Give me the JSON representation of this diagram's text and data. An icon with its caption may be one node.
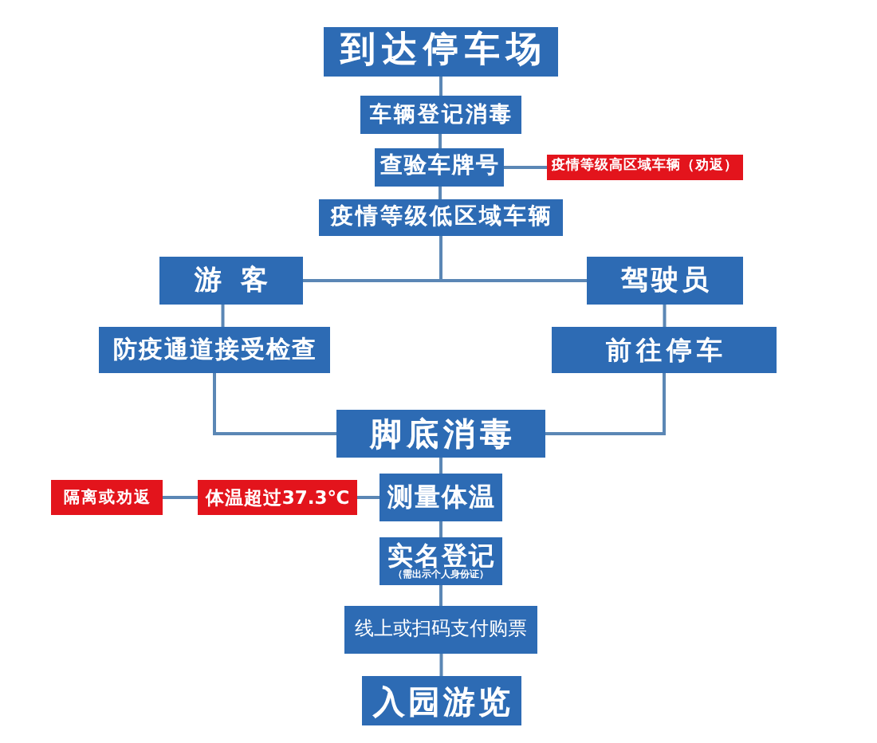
{
  "diagram": {
    "nodes": [
      {
        "text": [
          "到达停车场"
        ]
      },
      {
        "text": [
          "车辆登记消毒"
        ]
      },
      {
        "text": [
          "查验车牌号"
        ]
      },
      {
        "text": [
          "疫情等级高区域车辆（劝返）"
        ]
      },
      {
        "text": [
          "疫情等级低区域车辆"
        ]
      },
      {
        "text": [
          "游客"
        ]
      },
      {
        "text": [
          "驾驶员"
        ]
      },
      {
        "text": [
          "防疫通道接受检查"
        ]
      },
      {
        "text": [
          "前往停车"
        ]
      },
      {
        "text": [
          "脚底消毒"
        ]
      },
      {
        "text": [
          "隔离或劝返"
        ]
      },
      {
        "text": [
          "体温超过37.3℃"
        ]
      },
      {
        "text": [
          "测量体温"
        ]
      },
      {
        "text": [
          "实名登记",
          "（需出示个人身份证）"
        ]
      },
      {
        "text": [
          "线上或扫码支付购票"
        ]
      },
      {
        "text": [
          "入园游览"
        ]
      }
    ],
    "edges": [
      {
        "from": 0,
        "to": 1,
        "arrow": "none"
      },
      {
        "from": 1,
        "to": 2,
        "arrow": "none"
      },
      {
        "from": 2,
        "to": 3,
        "arrow": "none"
      },
      {
        "from": 2,
        "to": 4,
        "arrow": "none"
      },
      {
        "from": 4,
        "to": 5,
        "arrow": "none"
      },
      {
        "from": 4,
        "to": 6,
        "arrow": "none"
      },
      {
        "from": 5,
        "to": 7,
        "arrow": "none"
      },
      {
        "from": 6,
        "to": 8,
        "arrow": "none"
      },
      {
        "from": 7,
        "to": 9,
        "arrow": "none"
      },
      {
        "from": 8,
        "to": 9,
        "arrow": "none"
      },
      {
        "from": 9,
        "to": 12,
        "arrow": "none"
      },
      {
        "from": 12,
        "to": 11,
        "arrow": "none"
      },
      {
        "from": 11,
        "to": 10,
        "arrow": "none"
      },
      {
        "from": 12,
        "to": 13,
        "arrow": "none"
      },
      {
        "from": 13,
        "to": 14,
        "arrow": "none"
      },
      {
        "from": 14,
        "to": 15,
        "arrow": "none"
      }
    ]
  }
}
